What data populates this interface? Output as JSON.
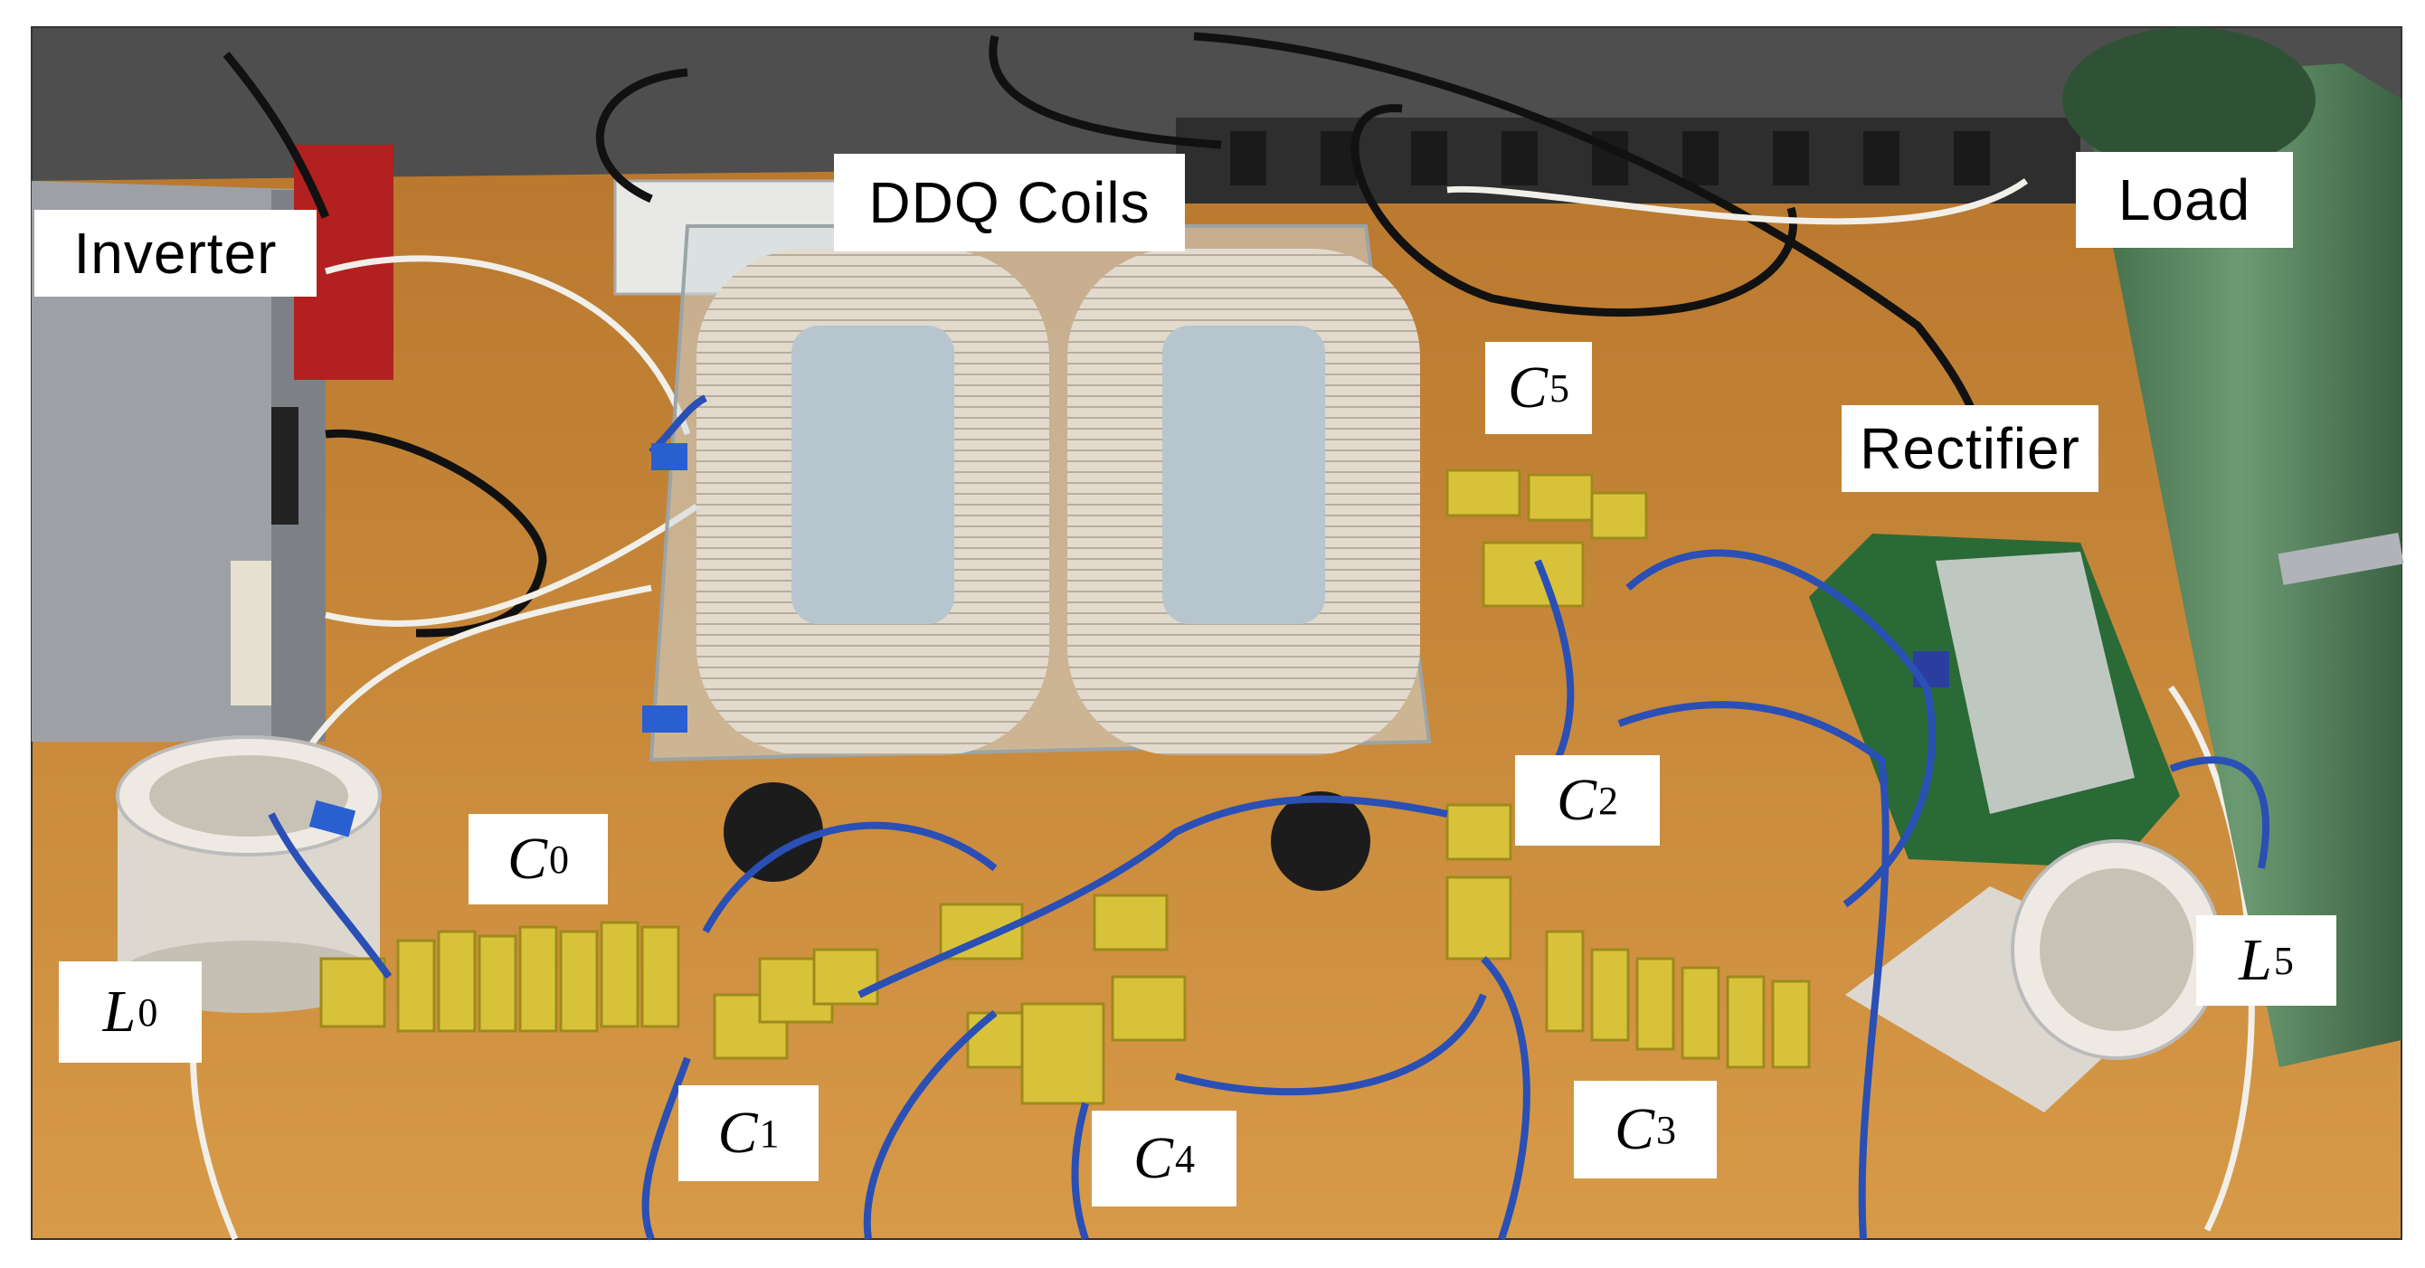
{
  "labels": {
    "inverter": "Inverter",
    "ddq_coils": "DDQ Coils",
    "load": "Load",
    "rectifier": "Rectifier",
    "c0": {
      "letter": "C",
      "sub": "0"
    },
    "c1": {
      "letter": "C",
      "sub": "1"
    },
    "c2": {
      "letter": "C",
      "sub": "2"
    },
    "c3": {
      "letter": "C",
      "sub": "3"
    },
    "c4": {
      "letter": "C",
      "sub": "4"
    },
    "c5": {
      "letter": "C",
      "sub": "5"
    },
    "l0": {
      "letter": "L",
      "sub": "0"
    },
    "l5": {
      "letter": "L",
      "sub": "5"
    }
  },
  "colors": {
    "table": "#c98a3a",
    "wall": "#5a5a5a",
    "capacitor": "#d8c23a",
    "cable": "#2a4fb5",
    "coil": "#d8d0c4",
    "load_resistor": "#4f7a55"
  }
}
